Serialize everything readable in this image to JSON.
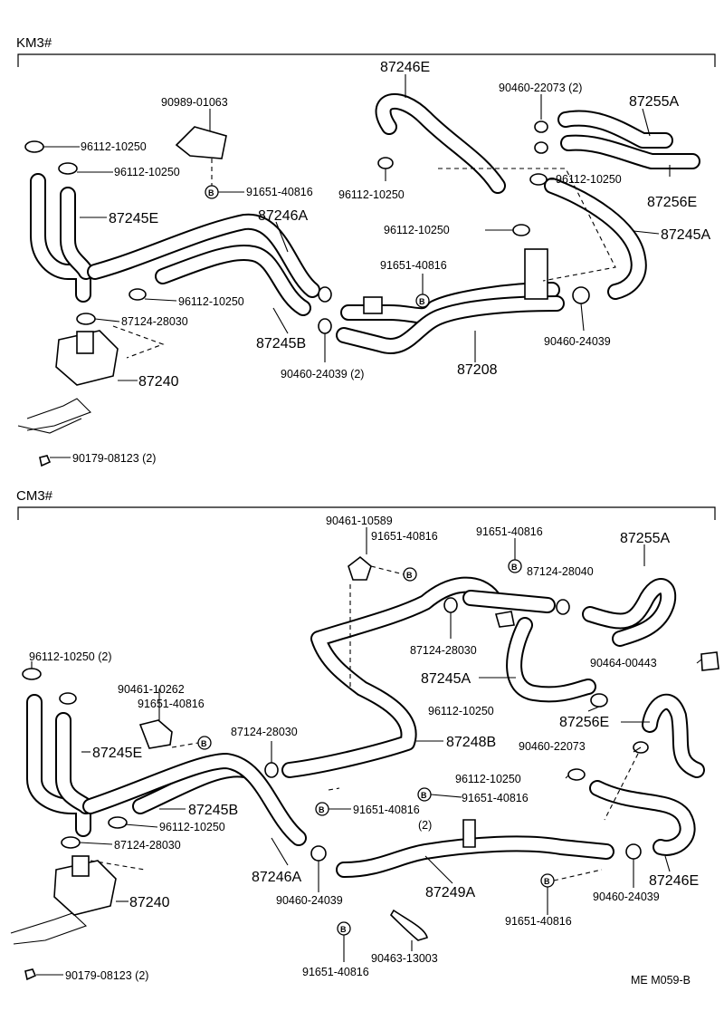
{
  "sections": {
    "top": "KM3#",
    "bottom": "CM3#"
  },
  "footer": "ME   M059-B",
  "bolt_mark": "B",
  "top": {
    "p87246E": "87246E",
    "p90460_22073": "90460-22073 (2)",
    "p87255A": "87255A",
    "p90989": "90989-01063",
    "p96112_a": "96112-10250",
    "p96112_b": "96112-10250",
    "p91651_a": "91651-40816",
    "p96112_c": "96112-10250",
    "p96112_d": "96112-10250",
    "p87256E": "87256E",
    "p87245E": "87245E",
    "p87246A": "87246A",
    "p96112_e": "96112-10250",
    "p87245A": "87245A",
    "p91651_b": "91651-40816",
    "p96112_f": "96112-10250",
    "p87124": "87124-28030",
    "p87245B": "87245B",
    "p90460_24039": "90460-24039",
    "p90460_24039_2": "90460-24039 (2)",
    "p87208": "87208",
    "p87240": "87240",
    "p90179": "90179-08123 (2)"
  },
  "bottom": {
    "p90461_10589": "90461-10589",
    "p91651_a": "91651-40816",
    "p91651_b": "91651-40816",
    "p87255A": "87255A",
    "p87124_a": "87124-28040",
    "p87124_b": "87124-28030",
    "p96112_a": "96112-10250 (2)",
    "p90461_10262": "90461-10262",
    "p91651_c": "91651-40816",
    "p87245A": "87245A",
    "p90464": "90464-00443",
    "p96112_b": "96112-10250",
    "p87256E": "87256E",
    "p87124_c": "87124-28030",
    "p87245E": "87245E",
    "p87248B": "87248B",
    "p90460_22073": "90460-22073",
    "p96112_c": "96112-10250",
    "p91651_d": "91651-40816",
    "p91651_e": "91651-40816",
    "p91651_e2": "(2)",
    "p87245B": "87245B",
    "p96112_d": "96112-10250",
    "p87124_d": "87124-28030",
    "p87246A": "87246A",
    "p87240": "87240",
    "p90460_24039_a": "90460-24039",
    "p87249A": "87249A",
    "p90460_24039_b": "90460-24039",
    "p87246E": "87246E",
    "p91651_f": "91651-40816",
    "p91651_g": "91651-40816",
    "p90463": "90463-13003",
    "p90179": "90179-08123 (2)"
  }
}
